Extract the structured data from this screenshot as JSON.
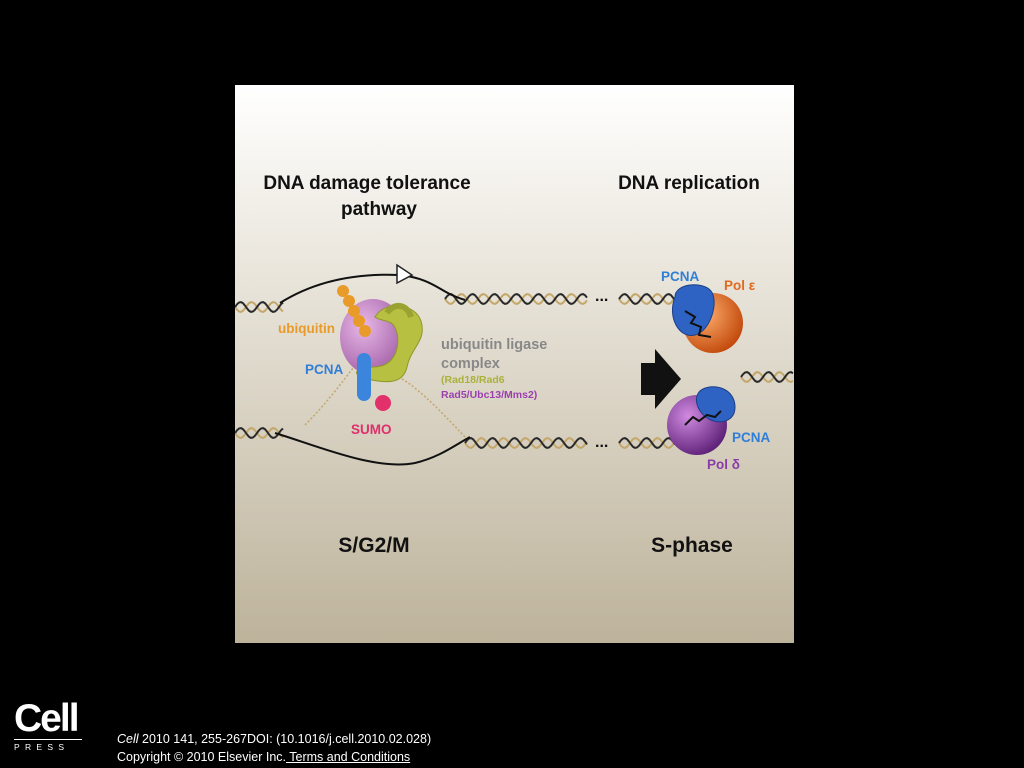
{
  "figure": {
    "left_title_line1": "DNA damage tolerance",
    "left_title_line2": "pathway",
    "right_title": "DNA replication",
    "labels": {
      "ubiquitin": "ubiquitin",
      "pcna_left": "PCNA",
      "sumo": "SUMO",
      "ligase_line1": "ubiquitin ligase",
      "ligase_line2": "complex",
      "rad18": "(Rad18/Rad6",
      "rad5": "Rad5/Ubc13/Mms2)",
      "pcna_top": "PCNA",
      "pol_e": "Pol ε",
      "pcna_bottom": "PCNA",
      "pol_d": "Pol δ",
      "ellipsis": "..."
    },
    "left_phase": "S/G2/M",
    "right_phase": "S-phase",
    "colors": {
      "ubiquitin": "#e89a2a",
      "pcna": "#2f7ed8",
      "sumo": "#e0306a",
      "ligase": "#a9b23a",
      "rad5": "#9b3fb0",
      "pol_e": "#e06a1e",
      "pol_d": "#8a3ca8",
      "ligase_text": "#888888"
    }
  },
  "logo": {
    "brand": "Cell",
    "sub": "PRESS"
  },
  "citation": {
    "journal": "Cell",
    "ref": " 2010 141, 255-267DOI: (10.1016/j.cell.2010.02.028)",
    "copyright": "Copyright © 2010 Elsevier Inc.",
    "terms": " Terms and Conditions"
  }
}
